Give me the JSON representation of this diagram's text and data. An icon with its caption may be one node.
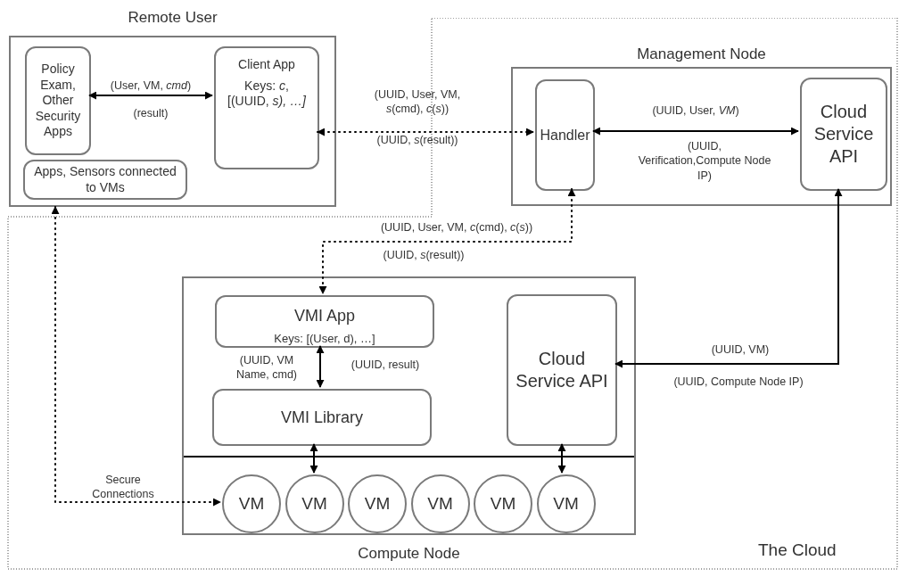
{
  "diagram": {
    "nodes": [
      {
        "text": [
          "Remote User"
        ]
      },
      {
        "text": [
          "Policy Exam, Other Security Apps"
        ],
        "in": 0
      },
      {
        "text": [
          "Client App",
          "Keys: *c*, [(UUID, *s), …]*"
        ],
        "in": 0
      },
      {
        "text": [
          "Apps, Sensors connected to VMs"
        ],
        "in": 0
      },
      {
        "text": [
          "The Cloud"
        ]
      },
      {
        "text": [
          "Management Node"
        ],
        "in": 4
      },
      {
        "text": [
          "Handler"
        ],
        "in": 5
      },
      {
        "text": [
          "Cloud Service API"
        ],
        "in": 5
      },
      {
        "text": [
          "Compute Node"
        ],
        "in": 4
      },
      {
        "text": [
          "VMI App",
          "Keys: [(User, d), …]"
        ],
        "in": 8
      },
      {
        "text": [
          "VMI Library"
        ],
        "in": 8
      },
      {
        "text": [
          "Cloud Service API"
        ],
        "in": 8
      },
      {
        "text": [
          "VM"
        ],
        "in": 8
      },
      {
        "text": [
          "VM"
        ],
        "in": 8
      },
      {
        "text": [
          "VM"
        ],
        "in": 8
      },
      {
        "text": [
          "VM"
        ],
        "in": 8
      },
      {
        "text": [
          "VM"
        ],
        "in": 8
      },
      {
        "text": [
          "VM"
        ],
        "in": 8
      }
    ],
    "edges": [
      {
        "from": 1,
        "to": 2,
        "arrow": "both",
        "label": "(User, VM, *cmd*)"
      },
      {
        "from": 2,
        "to": 6,
        "arrow": "both",
        "style": "dashed",
        "label": "(UUID, User, VM, *s*(cmd), *c*(*s*))"
      },
      {
        "from": 6,
        "to": 7,
        "arrow": "both",
        "label": "(UUID, User, *VM*)"
      },
      {
        "from": 6,
        "to": 9,
        "arrow": "both",
        "style": "dashed",
        "label": "(UUID, User, VM, *c*(cmd), *c*(*s*))"
      },
      {
        "from": 7,
        "to": 11,
        "arrow": "both",
        "label": "(UUID, VM)"
      },
      {
        "from": 9,
        "to": 10,
        "arrow": "both",
        "label": "(UUID, VM Name, cmd)"
      },
      {
        "from": 0,
        "to": 12,
        "arrow": "both",
        "style": "dashed",
        "label": "Secure Connections"
      },
      {
        "from": 10,
        "to": 13,
        "arrow": "both"
      },
      {
        "from": 11,
        "to": 17,
        "arrow": "both"
      }
    ],
    "labels": [
      "(result)",
      "(UUID, *s*(result))",
      "(UUID, Verification,Compute Node IP)",
      "(UUID, *s*(result))",
      "(UUID, result)",
      "(UUID, Compute Node IP)"
    ]
  }
}
